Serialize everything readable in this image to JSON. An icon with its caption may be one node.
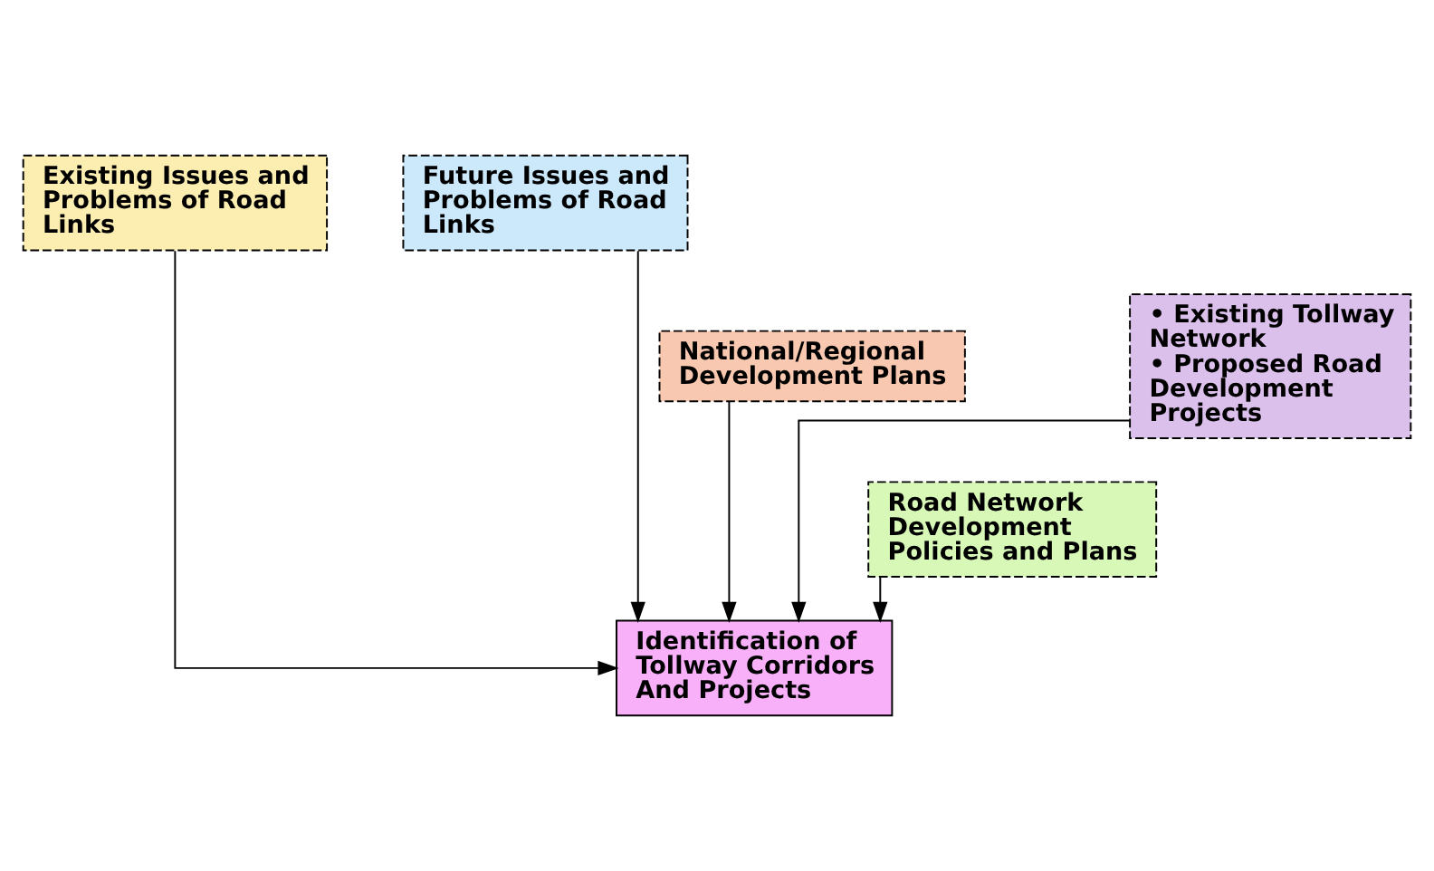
{
  "diagram": {
    "nodes": [
      {
        "text": [
          "Existing Issues and Problems of Road Links"
        ]
      },
      {
        "text": [
          "Future Issues and Problems of Road Links"
        ]
      },
      {
        "text": [
          "National/Regional Development Plans"
        ]
      },
      {
        "text": [
          "Road Network Development Policies and Plans"
        ]
      },
      {
        "text": [
          "• Existing Tollway Network",
          "• Proposed Road Development Projects"
        ]
      },
      {
        "text": [
          "Identification of Tollway Corridors And Projects"
        ]
      }
    ],
    "edges": [
      {
        "from": 0,
        "to": 5,
        "arrow": "to"
      },
      {
        "from": 1,
        "to": 5,
        "arrow": "to"
      },
      {
        "from": 2,
        "to": 5,
        "arrow": "to"
      },
      {
        "from": 3,
        "to": 5,
        "arrow": "to"
      },
      {
        "from": 4,
        "to": 5,
        "arrow": "to"
      }
    ]
  }
}
